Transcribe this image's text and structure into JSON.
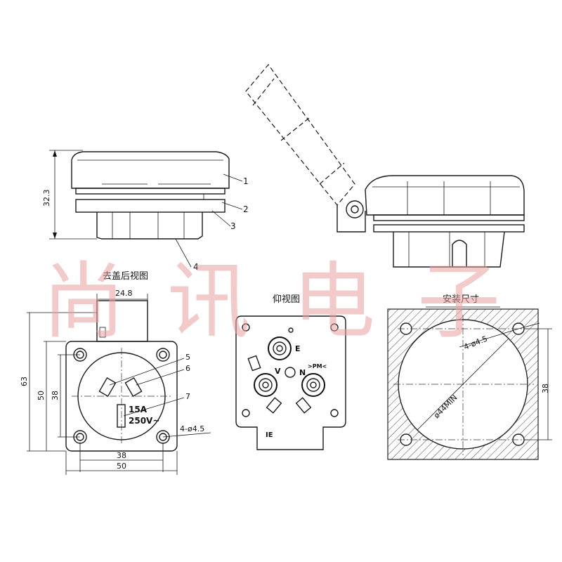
{
  "titles": {
    "rear_view": "去盖后视图",
    "bottom_view": "仰视图",
    "mount_size": "安装尺寸"
  },
  "side_view": {
    "height_dim": "32.3",
    "callouts": [
      "1",
      "2",
      "3",
      "4"
    ]
  },
  "rear_view": {
    "top_dim": "24.8",
    "left_dim_outer": "63",
    "left_dim_mid": "50",
    "left_dim_inner": "38",
    "bottom_dim_inner": "38",
    "bottom_dim_outer": "50",
    "holes_label": "4-ø4.5",
    "callouts": [
      "5",
      "6",
      "7"
    ],
    "rating_current": "15A",
    "rating_voltage": "250V~"
  },
  "bottom_view": {
    "terminal_e": "E",
    "terminal_n": "N",
    "terminal_l": "V",
    "mark_pm": ">PM<",
    "mark_ie": "IE"
  },
  "mount_view": {
    "holes_label": "4-ø4.5",
    "diameter_label": "ø44MIN",
    "side_dim": "38"
  },
  "watermark": "尚讯电子"
}
